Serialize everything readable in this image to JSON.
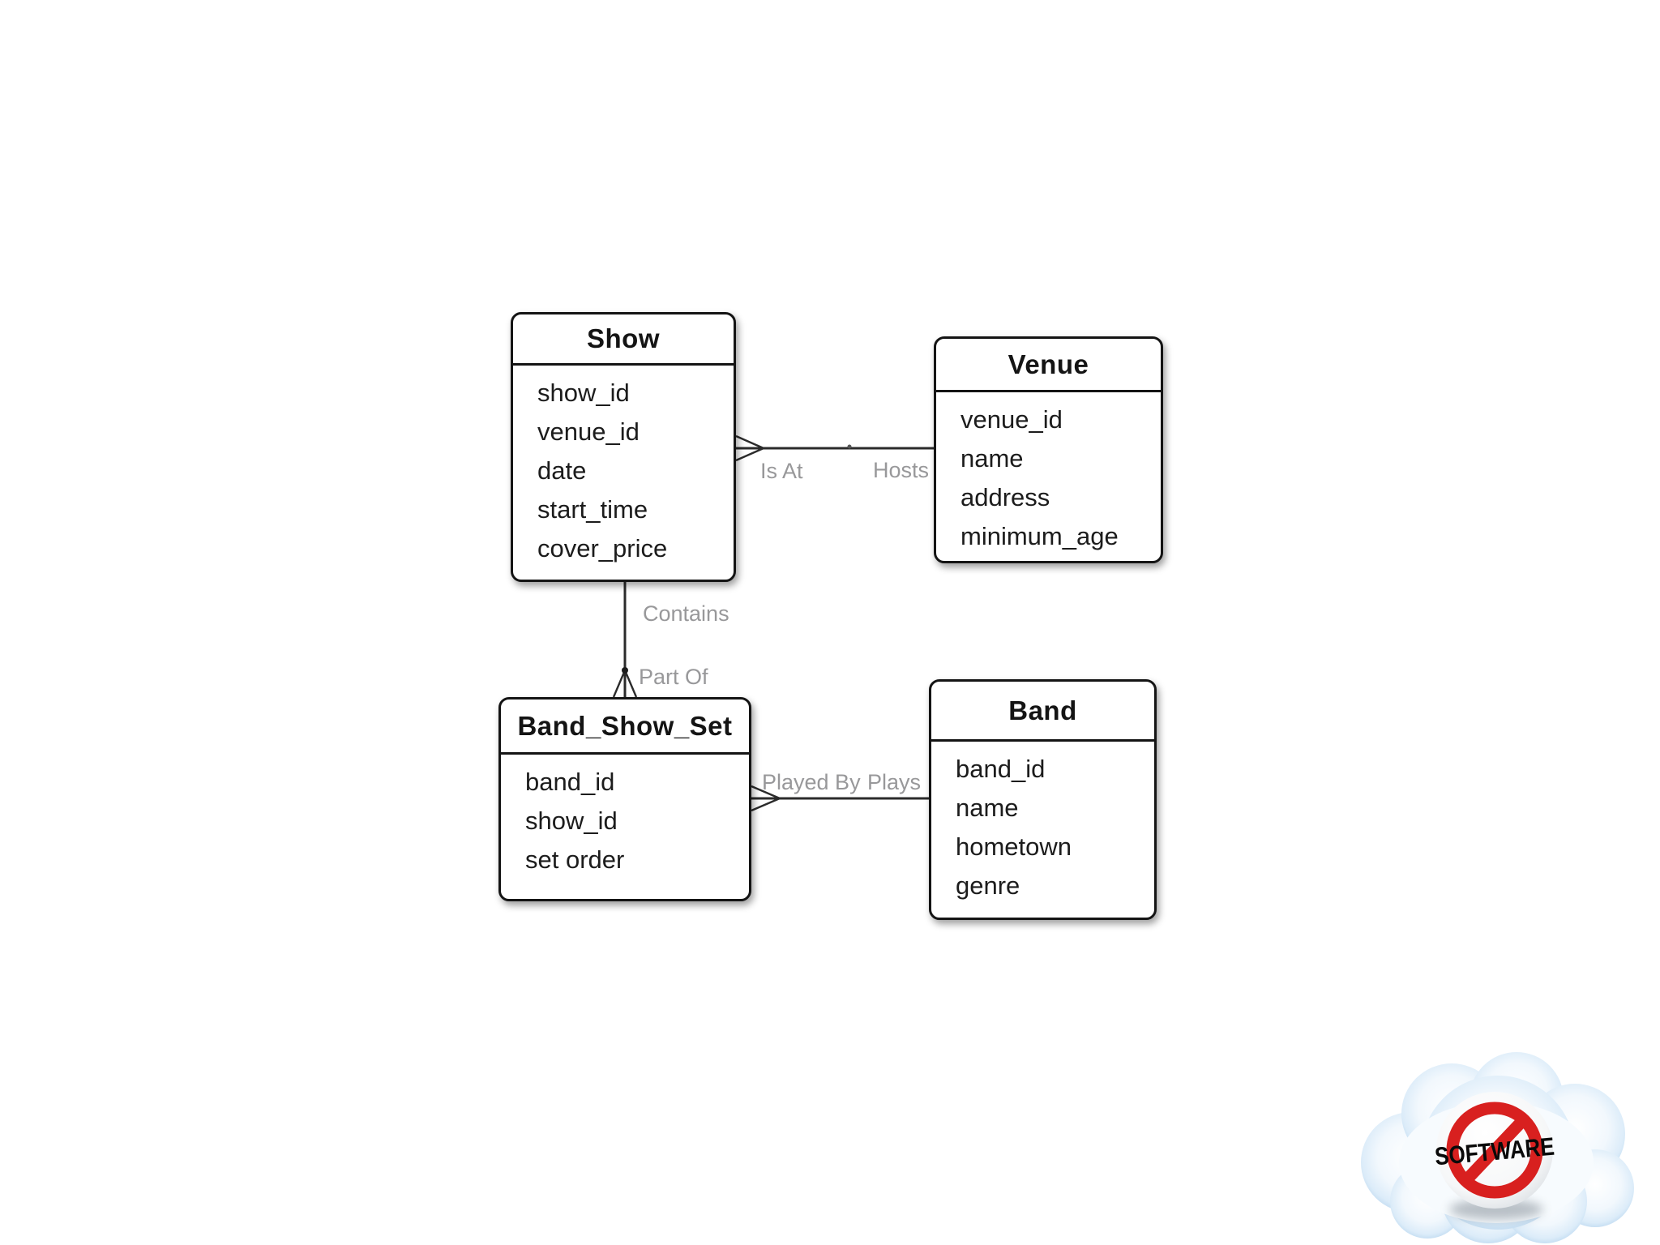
{
  "diagram": {
    "title_hint": "Band show booking ER diagram",
    "entities": [
      {
        "id": "show",
        "title": "Show",
        "attributes": [
          "show_id",
          "venue_id",
          "date",
          "start_time",
          "cover_price"
        ]
      },
      {
        "id": "venue",
        "title": "Venue",
        "attributes": [
          "venue_id",
          "name",
          "address",
          "minimum_age"
        ]
      },
      {
        "id": "band_show_set",
        "title": "Band_Show_Set",
        "attributes": [
          "band_id",
          "show_id",
          "set order"
        ]
      },
      {
        "id": "band",
        "title": "Band",
        "attributes": [
          "band_id",
          "name",
          "hometown",
          "genre"
        ]
      }
    ],
    "relationships": [
      {
        "from": "Show",
        "to": "Venue",
        "label_near_from": "Is At",
        "label_near_to": "Hosts",
        "many_end": "Show"
      },
      {
        "from": "Show",
        "to": "Band_Show_Set",
        "label_near_from": "Contains",
        "label_near_to": "Part Of",
        "many_end": "Band_Show_Set"
      },
      {
        "from": "Band_Show_Set",
        "to": "Band",
        "label_near_from": "Played By",
        "label_near_to": "Plays",
        "many_end": "Band_Show_Set"
      }
    ]
  },
  "colors": {
    "entity_border": "#141414",
    "entity_fill": "#ffffff",
    "connector": "#2b2b2b",
    "label_text": "#98989a",
    "cloud_blue": "#b5d4ee",
    "prohibition_red": "#d8201f",
    "logo_text_color": "#0a0a0a"
  },
  "logo": {
    "text": "SOFTWARE"
  }
}
